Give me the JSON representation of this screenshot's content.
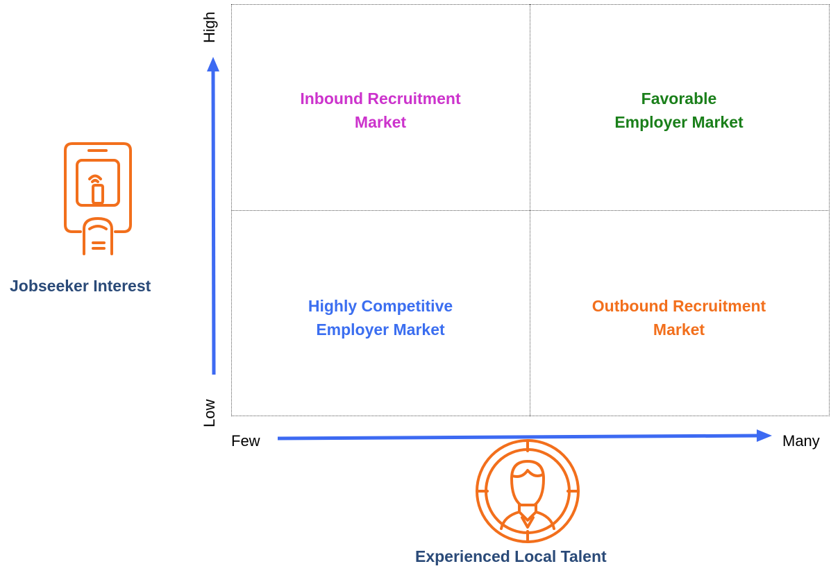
{
  "quadrants": {
    "top_left": {
      "label": "Inbound Recruitment\nMarket",
      "color": "#cc33cc"
    },
    "top_right": {
      "label": "Favorable\nEmployer Market",
      "color": "#1a7f1a"
    },
    "bottom_left": {
      "label": "Highly Competitive\nEmployer Market",
      "color": "#3b6ef0"
    },
    "bottom_right": {
      "label": "Outbound Recruitment\nMarket",
      "color": "#f26f1c"
    }
  },
  "y_axis": {
    "title": "Jobseeker Interest",
    "high": "High",
    "low": "Low",
    "icon": "phone-tap-icon"
  },
  "x_axis": {
    "title": "Experienced Local Talent",
    "few": "Few",
    "many": "Many",
    "icon": "target-person-icon"
  },
  "colors": {
    "arrow": "#3d6af2",
    "icon": "#f26f1c",
    "axis_title": "#2a4a78"
  }
}
